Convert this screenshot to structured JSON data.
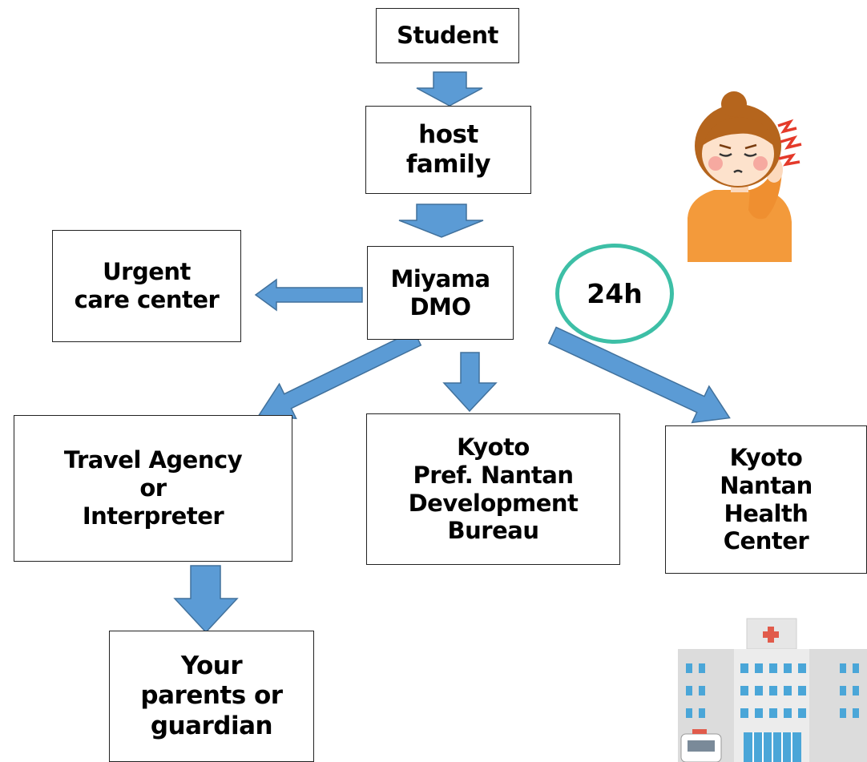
{
  "nodes": {
    "student": "Student",
    "host_family": "host\nfamily",
    "miyama_dmo": "Miyama\nDMO",
    "urgent_care": "Urgent\ncare center",
    "travel_agency": "Travel Agency\nor\nInterpreter",
    "nantan_bureau": "Kyoto\nPref. Nantan\nDevelopment\nBureau",
    "health_center": "Kyoto\nNantan\nHealth\nCenter",
    "parents": "Your\nparents or\nguardian"
  },
  "badge": "24h",
  "colors": {
    "arrow_fill": "#5b9bd5",
    "arrow_stroke": "#41719c",
    "badge_ring": "#3dbfa6"
  },
  "icons": {
    "woman": "woman-headache-illustration",
    "hospital": "hospital-building-illustration"
  }
}
